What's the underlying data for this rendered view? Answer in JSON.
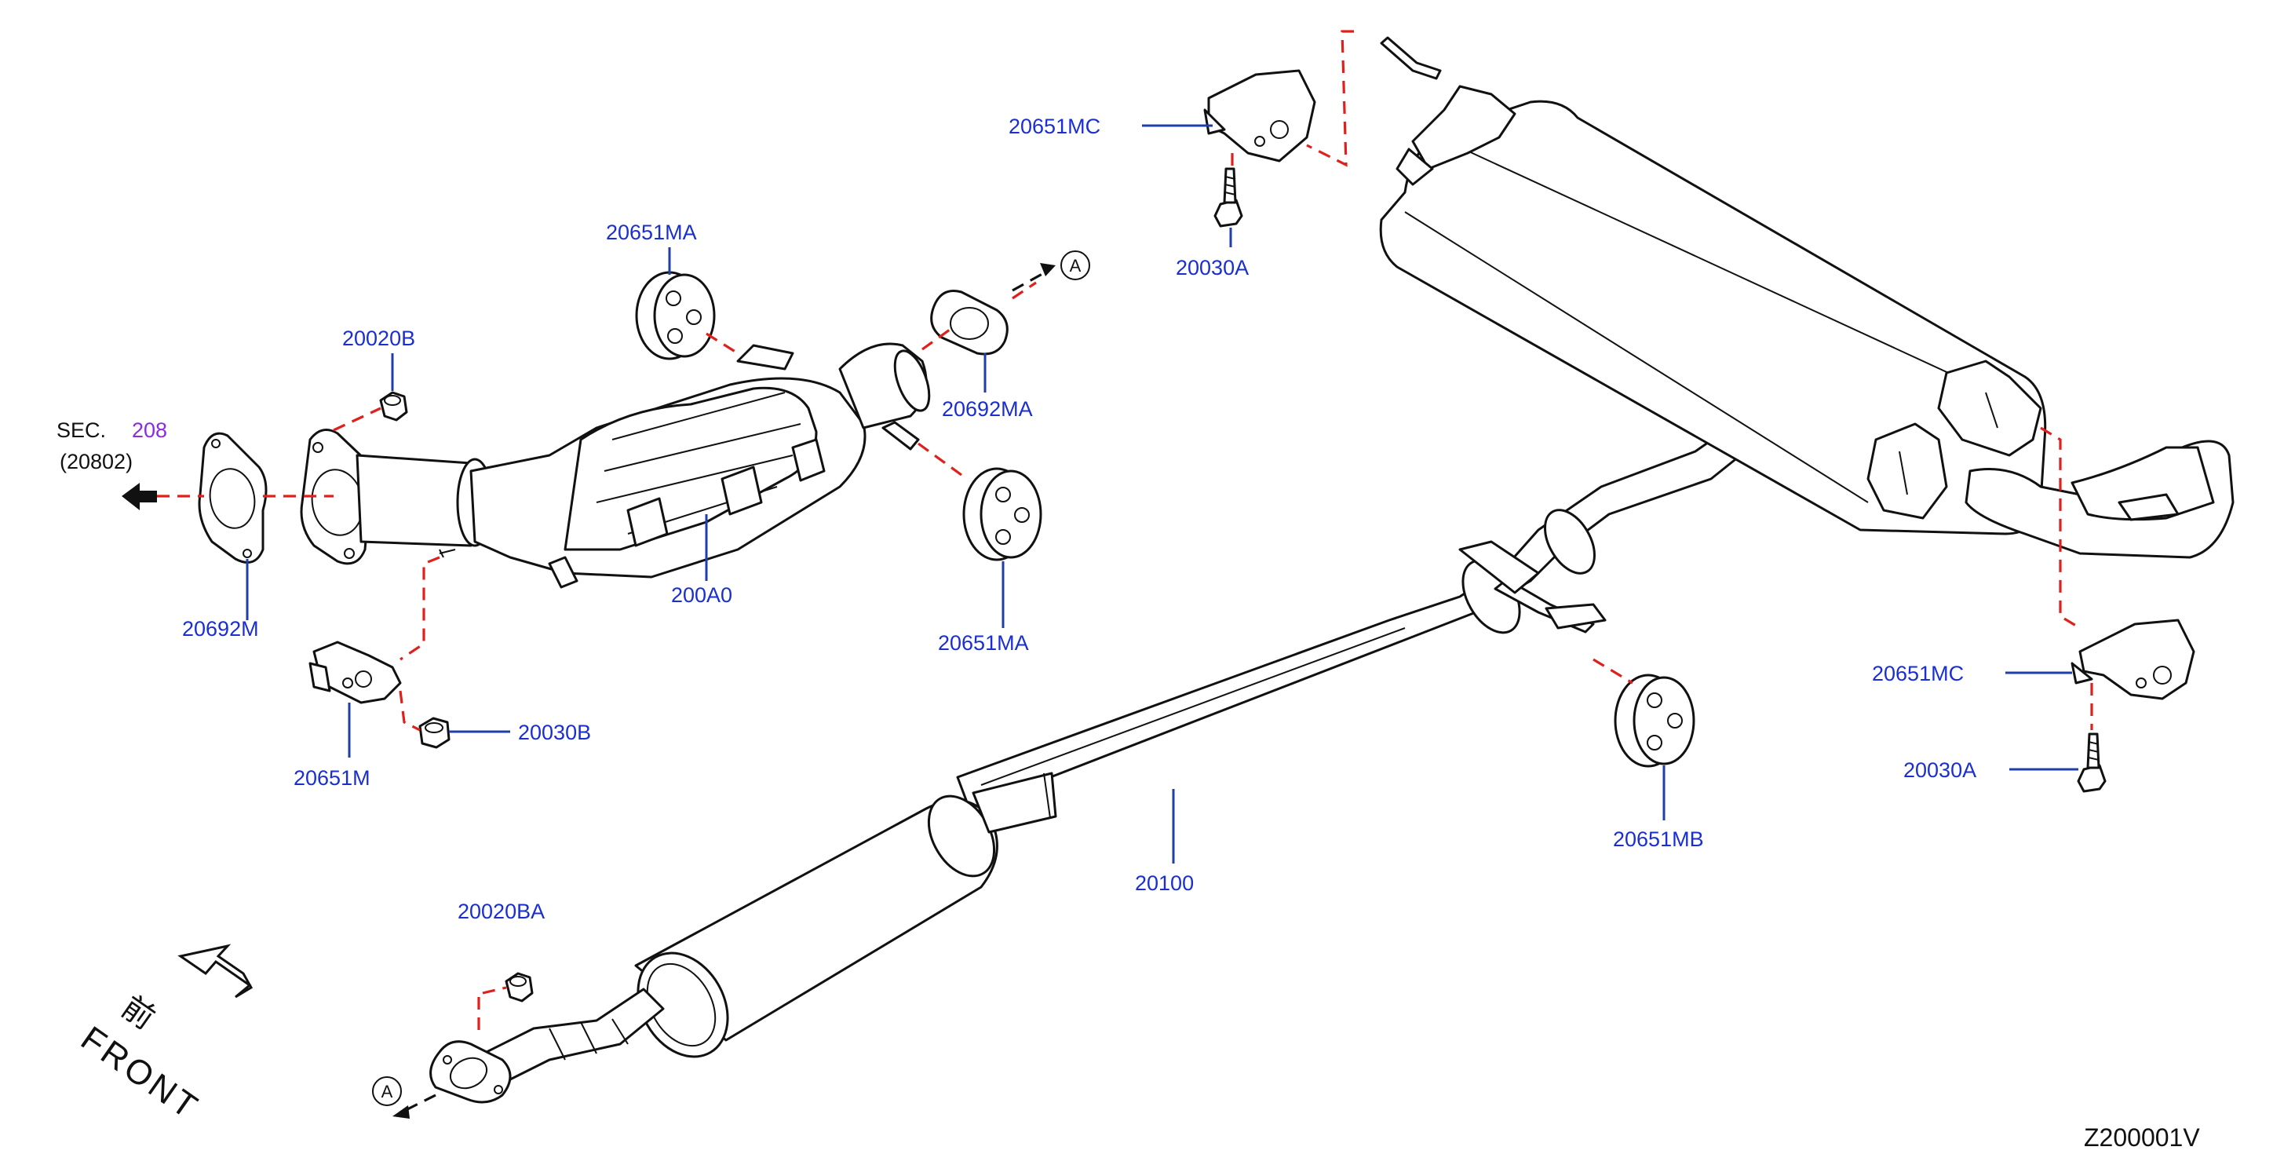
{
  "diagram_id": "Z200001V",
  "section_ref": {
    "prefix": "SEC.",
    "number": "208",
    "sub": "(20802)"
  },
  "front_indicator": {
    "kanji": "前",
    "text": "FRONT"
  },
  "connection_marker": "A",
  "colors": {
    "label": "#1a2fd1",
    "leader": "#1f3fa8",
    "dashed_line": "#e0201c",
    "section_number": "#8a2be2",
    "outline": "#111111"
  },
  "parts": {
    "p_20651MA_top": "20651MA",
    "p_20020B": "20020B",
    "p_20692MA": "20692MA",
    "p_20692M": "20692M",
    "p_200A0": "200A0",
    "p_20651MA_lower": "20651MA",
    "p_20651M": "20651M",
    "p_20030B": "20030B",
    "p_20651MC_top": "20651MC",
    "p_20030A_top": "20030A",
    "p_20100": "20100",
    "p_20651MB": "20651MB",
    "p_20651MC_right": "20651MC",
    "p_20030A_right": "20030A",
    "p_20020BA": "20020BA"
  }
}
